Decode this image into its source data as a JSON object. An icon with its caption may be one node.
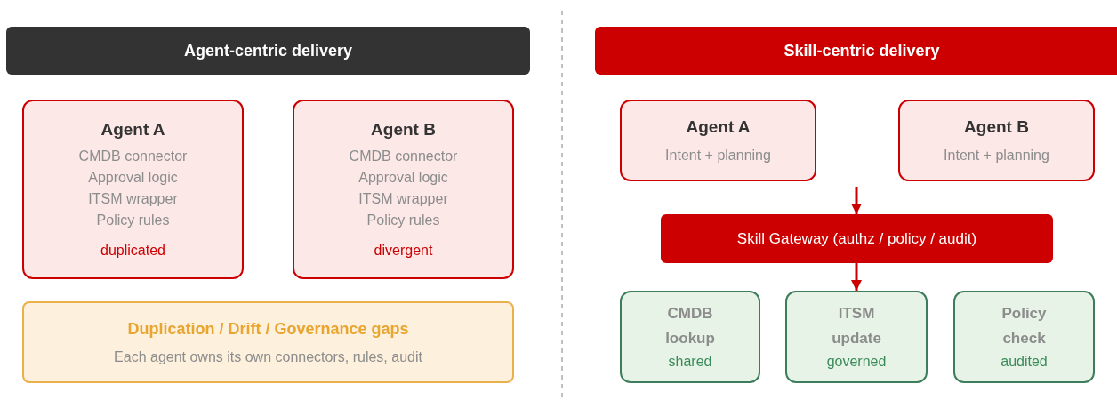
{
  "diagram": {
    "nodes": [
      {
        "text": [
          "Agent-centric delivery"
        ]
      },
      {
        "text": [
          "Agent A",
          "CMDB connector",
          "Approval logic",
          "ITSM wrapper",
          "Policy rules",
          "duplicated"
        ]
      },
      {
        "text": [
          "Agent B",
          "CMDB connector",
          "Approval logic",
          "ITSM wrapper",
          "Policy rules",
          "divergent"
        ]
      },
      {
        "text": [
          "Duplication / Drift / Governance gaps",
          "Each agent owns its own connectors, rules, audit"
        ]
      },
      {
        "text": [
          "Skill-centric delivery"
        ]
      },
      {
        "text": [
          "Agent A",
          "Intent + planning"
        ]
      },
      {
        "text": [
          "Agent B",
          "Intent + planning"
        ]
      },
      {
        "text": [
          "Skill Gateway (authz / policy / audit)"
        ]
      },
      {
        "text": [
          "CMDB lookup",
          "shared"
        ]
      },
      {
        "text": [
          "ITSM update",
          "governed"
        ]
      },
      {
        "text": [
          "Policy check",
          "audited"
        ]
      }
    ],
    "edges": [
      {
        "from": null,
        "to": 7,
        "arrow": "to"
      },
      {
        "from": 7,
        "to": 9,
        "arrow": "to"
      }
    ]
  }
}
